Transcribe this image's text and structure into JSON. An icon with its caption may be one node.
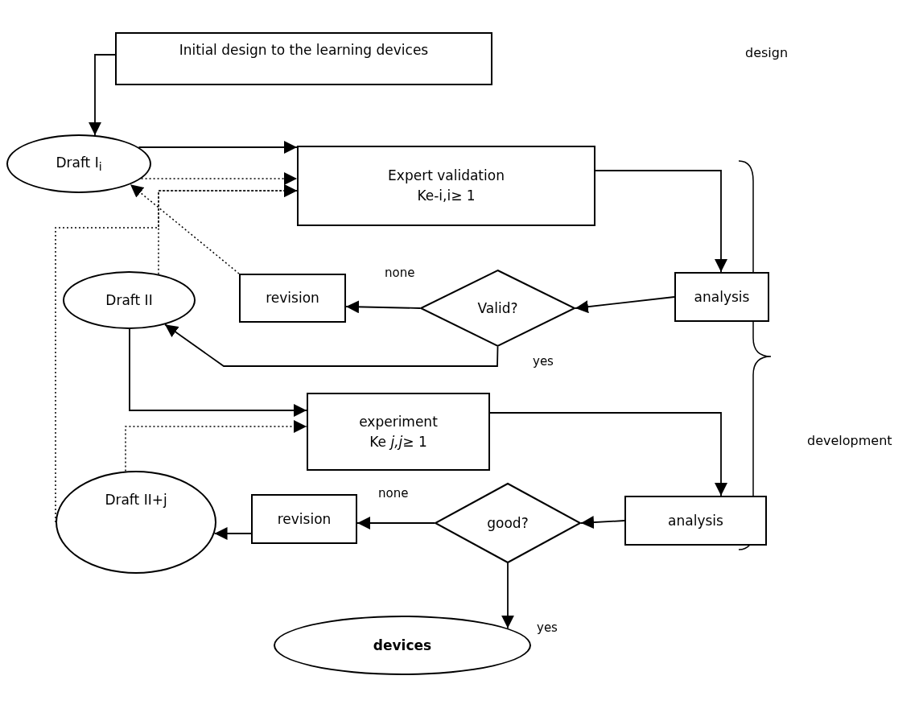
{
  "diagram": {
    "nodes": [
      {
        "text": [
          "Initial design to the learning devices"
        ]
      },
      {
        "text": [
          "Draft I$_{i}$"
        ]
      },
      {
        "text": [
          "Expert validation",
          "Ke-i,i≥ 1"
        ]
      },
      {
        "text": [
          "analysis"
        ]
      },
      {
        "text": [
          "Valid?"
        ]
      },
      {
        "text": [
          "revision"
        ]
      },
      {
        "text": [
          "Draft II"
        ]
      },
      {
        "text": [
          "experiment",
          "Ke *j,j*≥ 1"
        ]
      },
      {
        "text": [
          "analysis"
        ]
      },
      {
        "text": [
          "good?"
        ]
      },
      {
        "text": [
          "revision"
        ]
      },
      {
        "text": [
          "Draft II+j"
        ]
      },
      {
        "text": [
          "devices"
        ]
      }
    ],
    "edges": [
      {
        "from": 0,
        "to": 1,
        "arrow": "to"
      },
      {
        "from": 1,
        "to": 2,
        "arrow": "to"
      },
      {
        "from": 1,
        "to": 2,
        "arrow": "to",
        "style": "dashed"
      },
      {
        "from": 6,
        "to": 2,
        "arrow": "to",
        "style": "dashed"
      },
      {
        "from": 11,
        "to": 2,
        "arrow": "to",
        "style": "dashed"
      },
      {
        "from": 5,
        "to": 1,
        "arrow": "to",
        "style": "dashed"
      },
      {
        "from": 2,
        "to": 3,
        "arrow": "to"
      },
      {
        "from": 3,
        "to": 4,
        "arrow": "to"
      },
      {
        "from": 4,
        "to": 5,
        "arrow": "to",
        "label": "none"
      },
      {
        "from": 4,
        "to": 6,
        "arrow": "to",
        "label": "yes"
      },
      {
        "from": 6,
        "to": 7,
        "arrow": "to"
      },
      {
        "from": 11,
        "to": 7,
        "arrow": "to",
        "style": "dashed"
      },
      {
        "from": 7,
        "to": 8,
        "arrow": "to"
      },
      {
        "from": 8,
        "to": 9,
        "arrow": "to"
      },
      {
        "from": 9,
        "to": 10,
        "arrow": "to",
        "label": "none"
      },
      {
        "from": 10,
        "to": 11,
        "arrow": "to"
      },
      {
        "from": 9,
        "to": 12,
        "arrow": "to",
        "label": "yes"
      }
    ],
    "labels": [
      "design",
      "development"
    ]
  }
}
